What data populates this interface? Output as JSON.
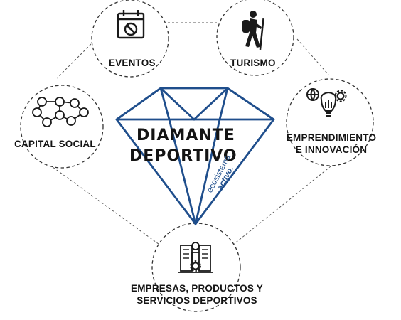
{
  "center": {
    "line1": "DIAMANTE",
    "line2": "DEPORTIVO",
    "brand_a": "ecosistema",
    "brand_b": "activo."
  },
  "nodes": {
    "eventos": "EVENTOS",
    "turismo": "TURISMO",
    "capital_social": "CAPITAL SOCIAL",
    "emprendimiento_1": "EMPRENDIMIENTO",
    "emprendimiento_2": "E INNOVACIÓN",
    "empresas_1": "EMPRESAS, PRODUCTOS Y",
    "empresas_2": "SERVICIOS DEPORTIVOS"
  },
  "colors": {
    "diamond": "#1f4e8c",
    "text": "#141414",
    "dashed": "#444444"
  },
  "icons": [
    "calendar-ball-icon",
    "hiker-icon",
    "social-network-icon",
    "lightbulb-circuit-icon",
    "buildings-gear-icon"
  ]
}
